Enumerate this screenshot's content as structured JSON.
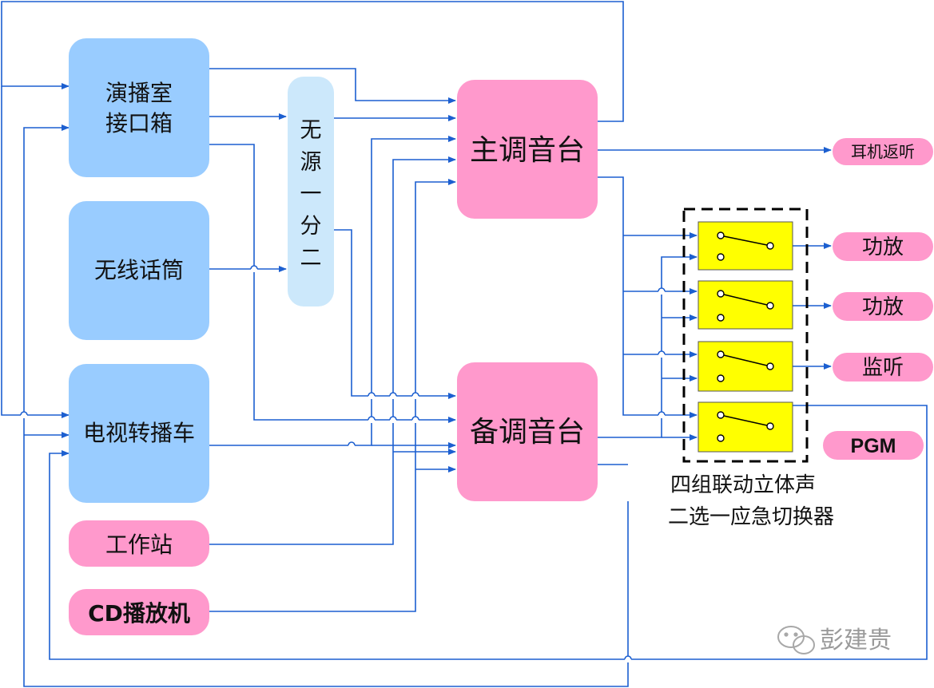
{
  "nodes": {
    "studio_box": {
      "line1": "演播室",
      "line2": "接口箱"
    },
    "wireless_mic": "无线话筒",
    "tv_truck": "电视转播车",
    "workstation": "工作站",
    "cd_player": "CD播放机",
    "passive_splitter": [
      "无",
      "源",
      "一",
      "分",
      "二"
    ],
    "main_console": "主调音台",
    "backup_console": "备调音台",
    "headphone_return": "耳机返听",
    "amp_1": "功放",
    "amp_2": "功放",
    "monitor": "监听",
    "pgm": "PGM"
  },
  "switcher_caption": {
    "line1": "四组联动立体声",
    "line2": "二选一应急切换器"
  },
  "watermark": "彭建贵",
  "colors": {
    "blue_box": "#99ccff",
    "light_blue_box": "#cce8fb",
    "pink_box": "#ff99cc",
    "yellow_switch": "#ffff00",
    "line_blue": "#1c5fd0",
    "dashed_border": "#000000"
  },
  "icons": [
    "wechat-icon"
  ]
}
